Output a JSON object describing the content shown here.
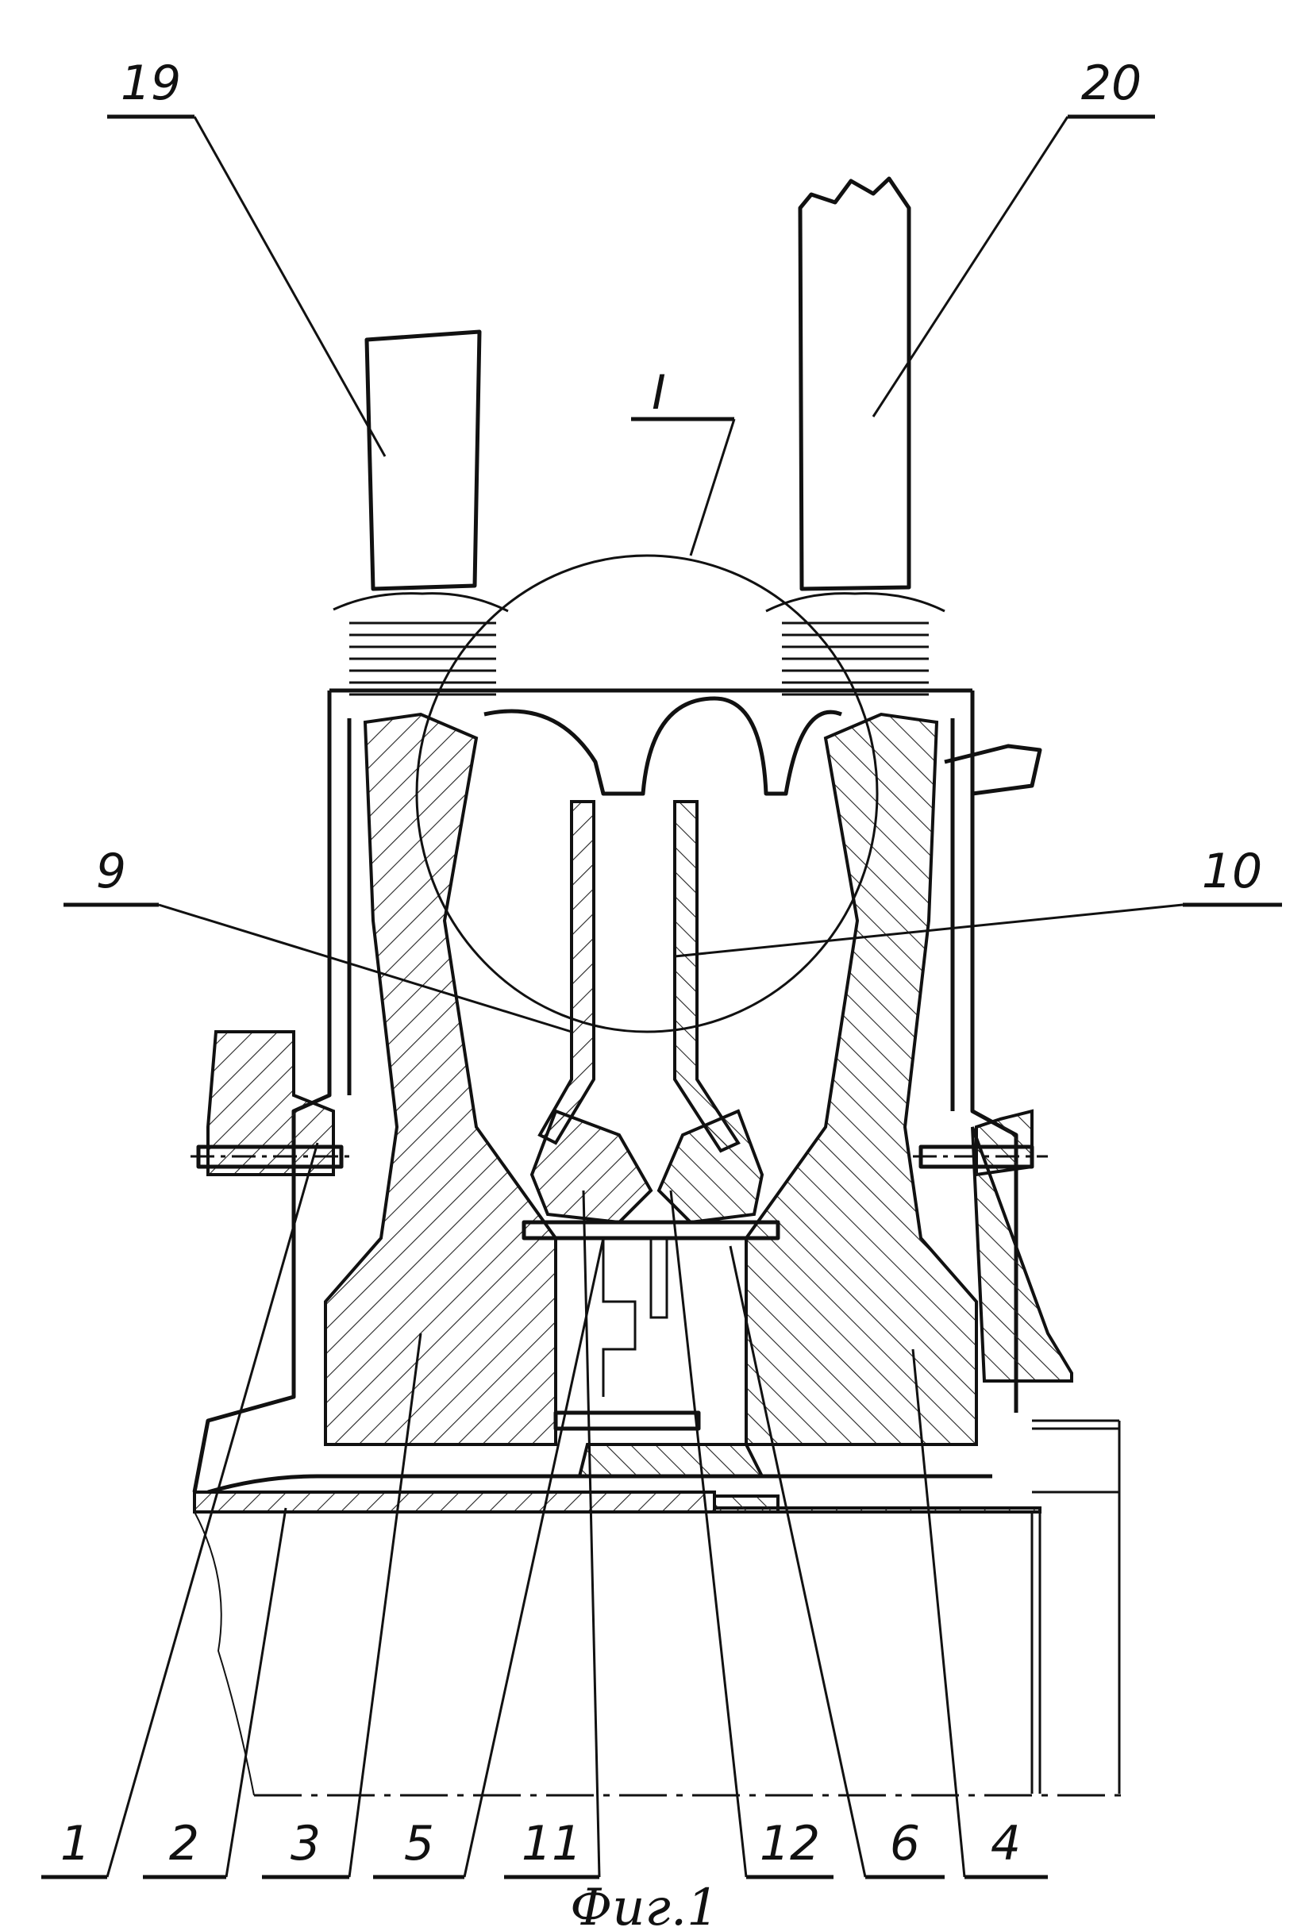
{
  "figure": {
    "caption": "Фиг.1",
    "detail_mark": "I"
  },
  "labels": {
    "l19": "19",
    "l20": "20",
    "l9": "9",
    "l10": "10",
    "l1": "1",
    "l2": "2",
    "l3": "3",
    "l5": "5",
    "l11": "11",
    "l12": "12",
    "l6": "6",
    "l4": "4"
  }
}
